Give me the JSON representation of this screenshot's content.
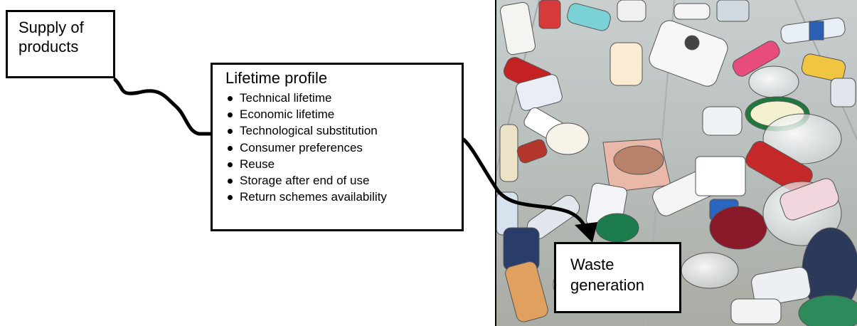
{
  "supply_box": {
    "line1": "Supply of",
    "line2": "products"
  },
  "lifetime_box": {
    "title": "Lifetime profile",
    "items": [
      "Technical lifetime",
      "Economic lifetime",
      "Technological substitution",
      "Consumer preferences",
      "Reuse",
      "Storage after end of use",
      "Return schemes availability"
    ]
  },
  "waste_box": {
    "line1": "Waste",
    "line2": "generation"
  },
  "photo": {
    "subject": "plastic-packaging-waste-photo"
  },
  "colors": {
    "line": "#000000",
    "box_border": "#000000",
    "box_fill": "#ffffff"
  }
}
